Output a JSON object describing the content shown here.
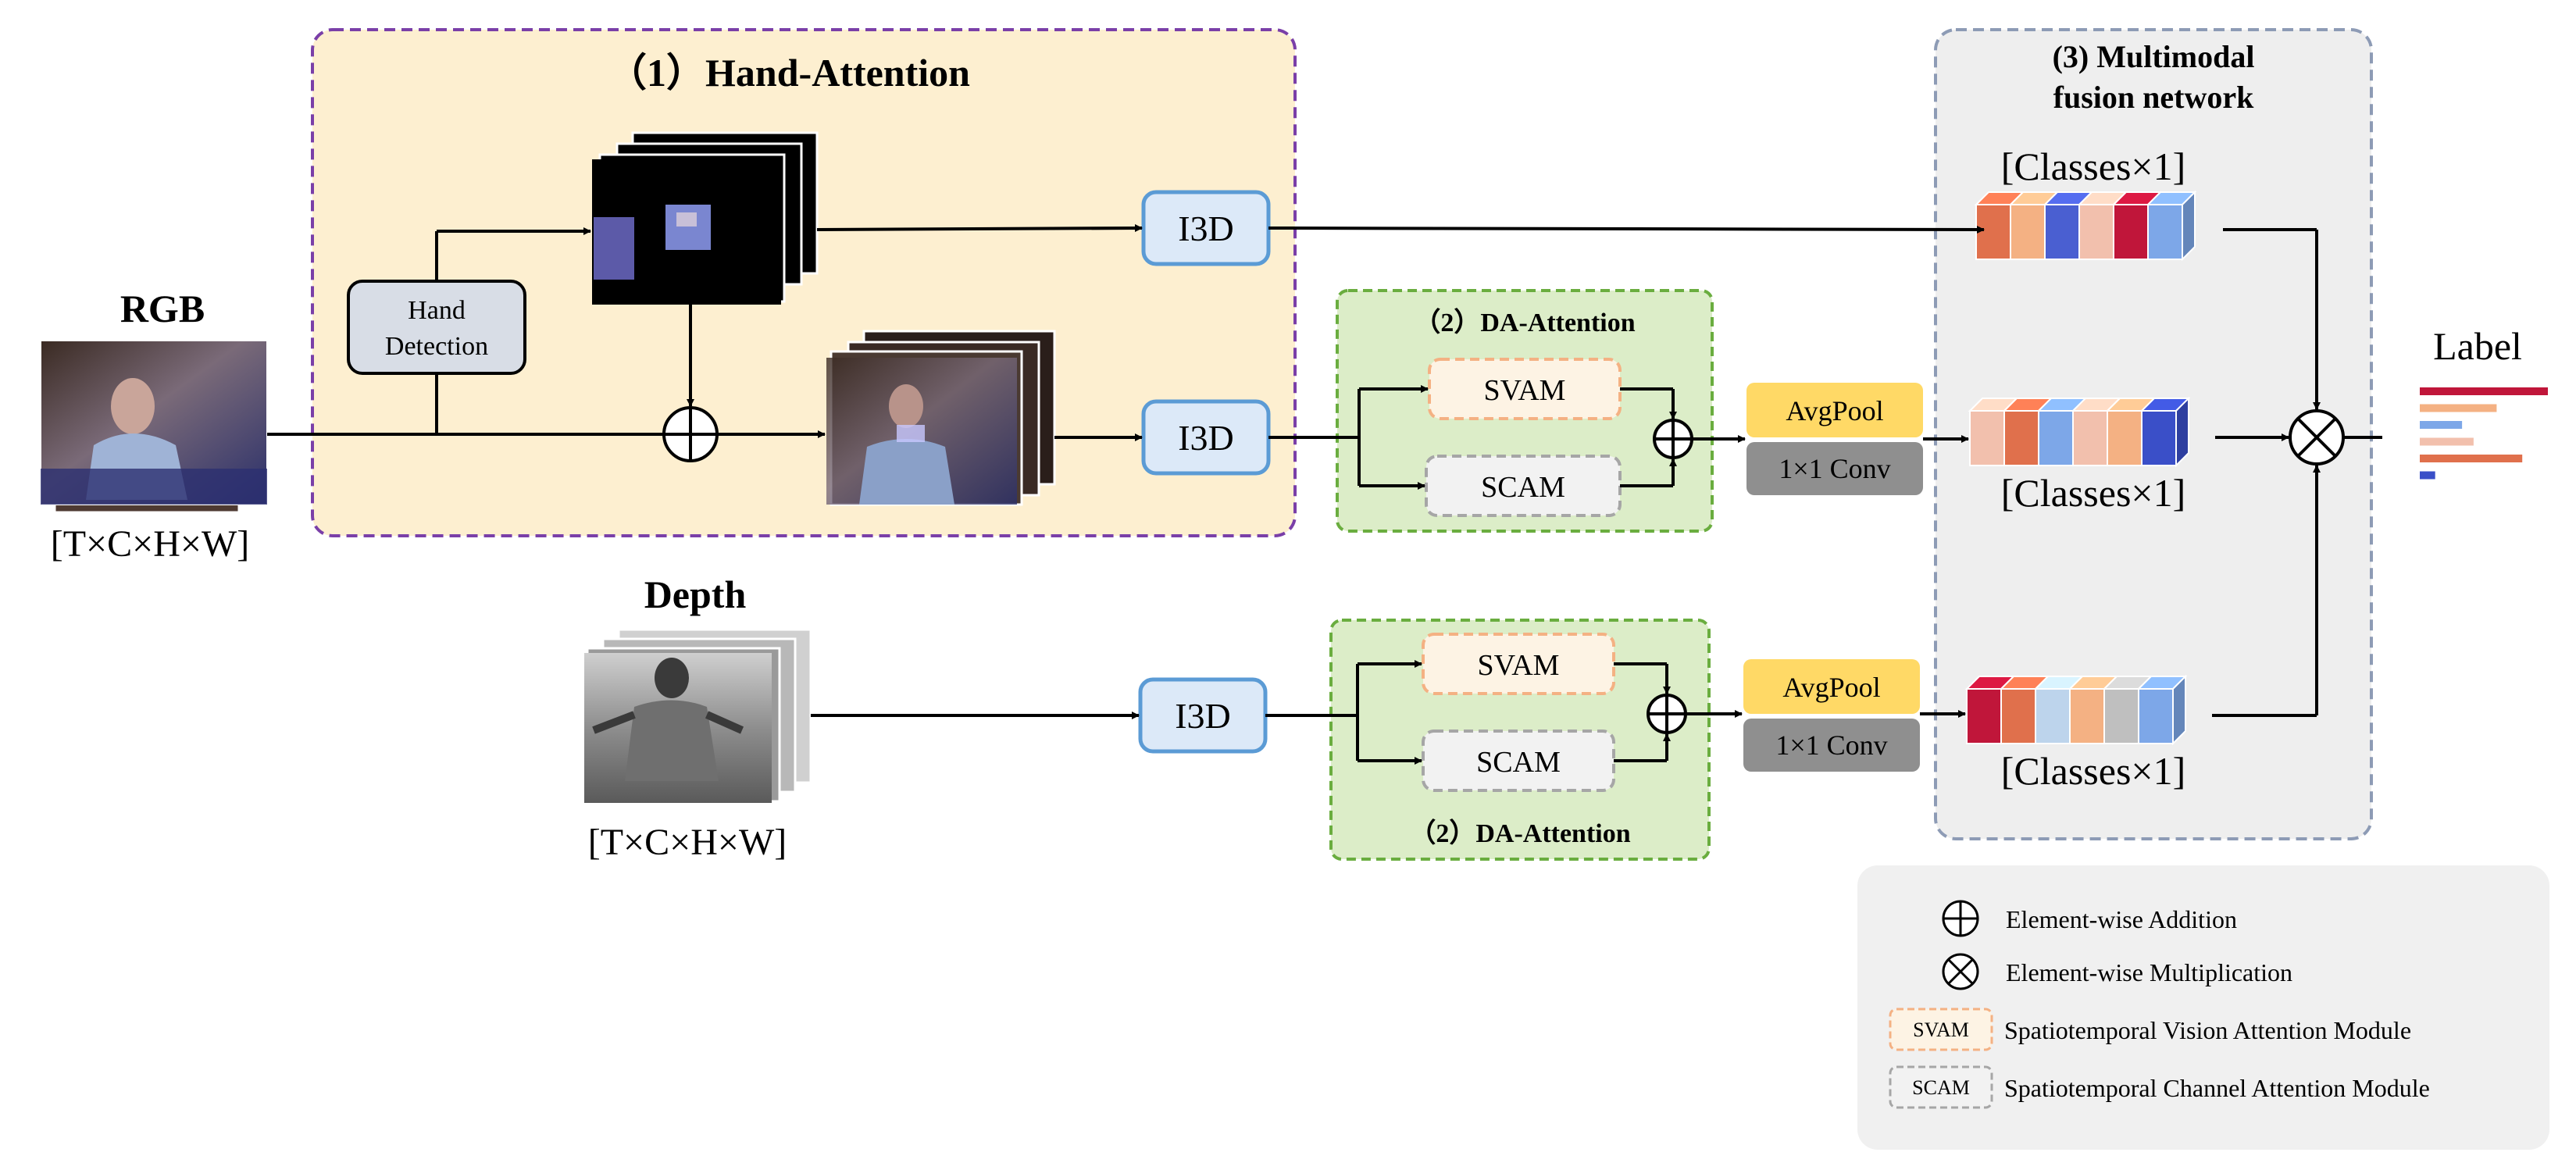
{
  "hand_attention": {
    "title": "（1）Hand-Attention"
  },
  "rgb": {
    "label": "RGB",
    "dims": "[T×C×H×W]"
  },
  "depth": {
    "label": "Depth",
    "dims": "[T×C×H×W]"
  },
  "hand_detection": {
    "line1": "Hand",
    "line2": "Detection"
  },
  "i3d": {
    "label": "I3D"
  },
  "da_attention": {
    "title": "（2）DA-Attention"
  },
  "modules": {
    "svam": "SVAM",
    "scam": "SCAM"
  },
  "pool": {
    "avgpool": "AvgPool",
    "conv": "1×1 Conv"
  },
  "fusion": {
    "title_line1": "(3) Multimodal",
    "title_line2": "fusion network",
    "vector_label": "[Classes×1]"
  },
  "output": {
    "label": "Label"
  },
  "legend": {
    "addition": "Element-wise Addition",
    "multiplication": "Element-wise Multiplication",
    "svam_desc": "Spatiotemporal Vision Attention Module",
    "scam_desc": "Spatiotemporal Channel Attention Module"
  },
  "colors": {
    "hand_bg": "#fdefd0",
    "hand_border": "#7a3fa8",
    "da_bg": "#dcedc8",
    "da_border": "#6aad3f",
    "fusion_bg": "#eeeeee",
    "fusion_border": "#8d9bb5",
    "i3d_fill": "#dce9f8",
    "i3d_stroke": "#5b9bd5",
    "avgpool": "#ffd966",
    "conv": "#8f8f8f",
    "svam_border": "#f4b183",
    "scam_border": "#a6a6a6"
  },
  "vectors": {
    "top": [
      "#e0704c",
      "#f4b183",
      "#4a5fd1",
      "#f2c0ad",
      "#c0163a",
      "#7da7e8"
    ],
    "mid": [
      "#f2c0ad",
      "#e0704c",
      "#7da7e8",
      "#f2c0ad",
      "#f4b183",
      "#3a4fc8"
    ],
    "bot": [
      "#c0163a",
      "#e0704c",
      "#bdd4ec",
      "#f4b183",
      "#bfbfbf",
      "#7da7e8"
    ]
  },
  "label_bars": [
    {
      "value": 1.0,
      "color": "#c0163a"
    },
    {
      "value": 0.6,
      "color": "#f4b183"
    },
    {
      "value": 0.33,
      "color": "#7da7e8"
    },
    {
      "value": 0.42,
      "color": "#f2c0ad"
    },
    {
      "value": 0.8,
      "color": "#e0704c"
    },
    {
      "value": 0.12,
      "color": "#3a4fc8"
    }
  ]
}
